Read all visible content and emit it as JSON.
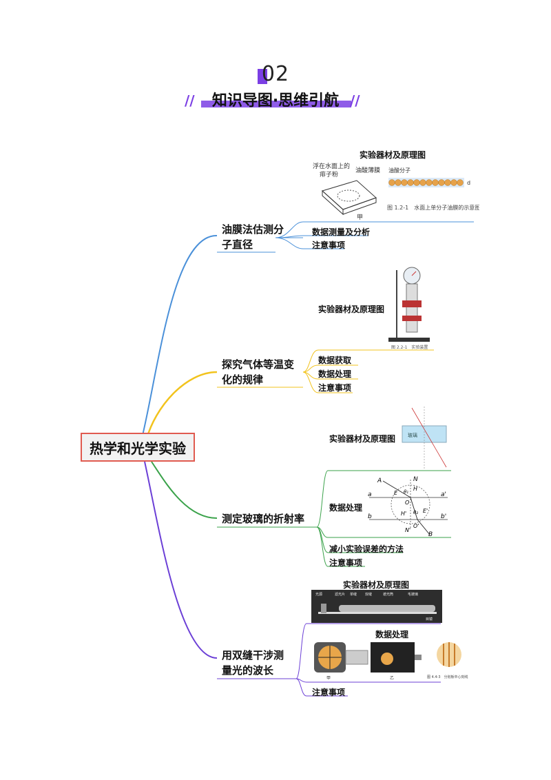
{
  "header": {
    "number": "02",
    "title": "知识导图·思维引航",
    "deco_left": "//",
    "deco_right": "//",
    "accent_color": "#7b3fe4"
  },
  "root": {
    "label": "热学和光学实验",
    "border_color": "#e05a4f"
  },
  "branches": [
    {
      "label_line1": "油膜法估测分",
      "label_line2": "子直径",
      "color": "#4a90d9",
      "leaves": [
        "实验器材及原理图",
        "数据测量及分析",
        "注意事项"
      ],
      "figure": {
        "label_float": "浮在水面上的",
        "label_powder": "痱子粉",
        "label_film": "油酸薄膜",
        "label_molecule": "油酸分子",
        "label_d": "d",
        "label_jia": "甲",
        "caption": "图 1.2-1　水面上单分子油膜的示意图"
      }
    },
    {
      "label_line1": "探究气体等温变",
      "label_line2": "化的规律",
      "color": "#f2c31d",
      "leaves": [
        "实验器材及原理图",
        "数据获取",
        "数据处理",
        "注意事项"
      ],
      "figure": {
        "caption": "图 2.2-1　实验装置"
      }
    },
    {
      "label_line1": "测定玻璃的折射率",
      "color": "#3aa24a",
      "leaves": [
        "实验器材及原理图",
        "数据处理",
        "减小实验误差的方法",
        "注意事项"
      ],
      "figure": {
        "glass_label": "玻璃",
        "labels": [
          "A",
          "N",
          "a",
          "a'",
          "b",
          "b'",
          "O",
          "O'",
          "N'",
          "B",
          "E",
          "H",
          "θ₁",
          "θ₂",
          "H'",
          "E'"
        ]
      }
    },
    {
      "label_line1": "用双缝干涉测",
      "label_line2": "量光的波长",
      "color": "#6b3fd6",
      "leaves": [
        "实验器材及原理图",
        "数据处理",
        "注意事项"
      ],
      "figure": {
        "label_jia": "甲",
        "label_yi": "乙",
        "caption": "图 4.4-3　分划板中心刻线",
        "bench_labels": [
          "光源",
          "滤光片",
          "单缝",
          "双缝",
          "遮光筒",
          "毛玻璃",
          "目镜"
        ]
      }
    }
  ]
}
